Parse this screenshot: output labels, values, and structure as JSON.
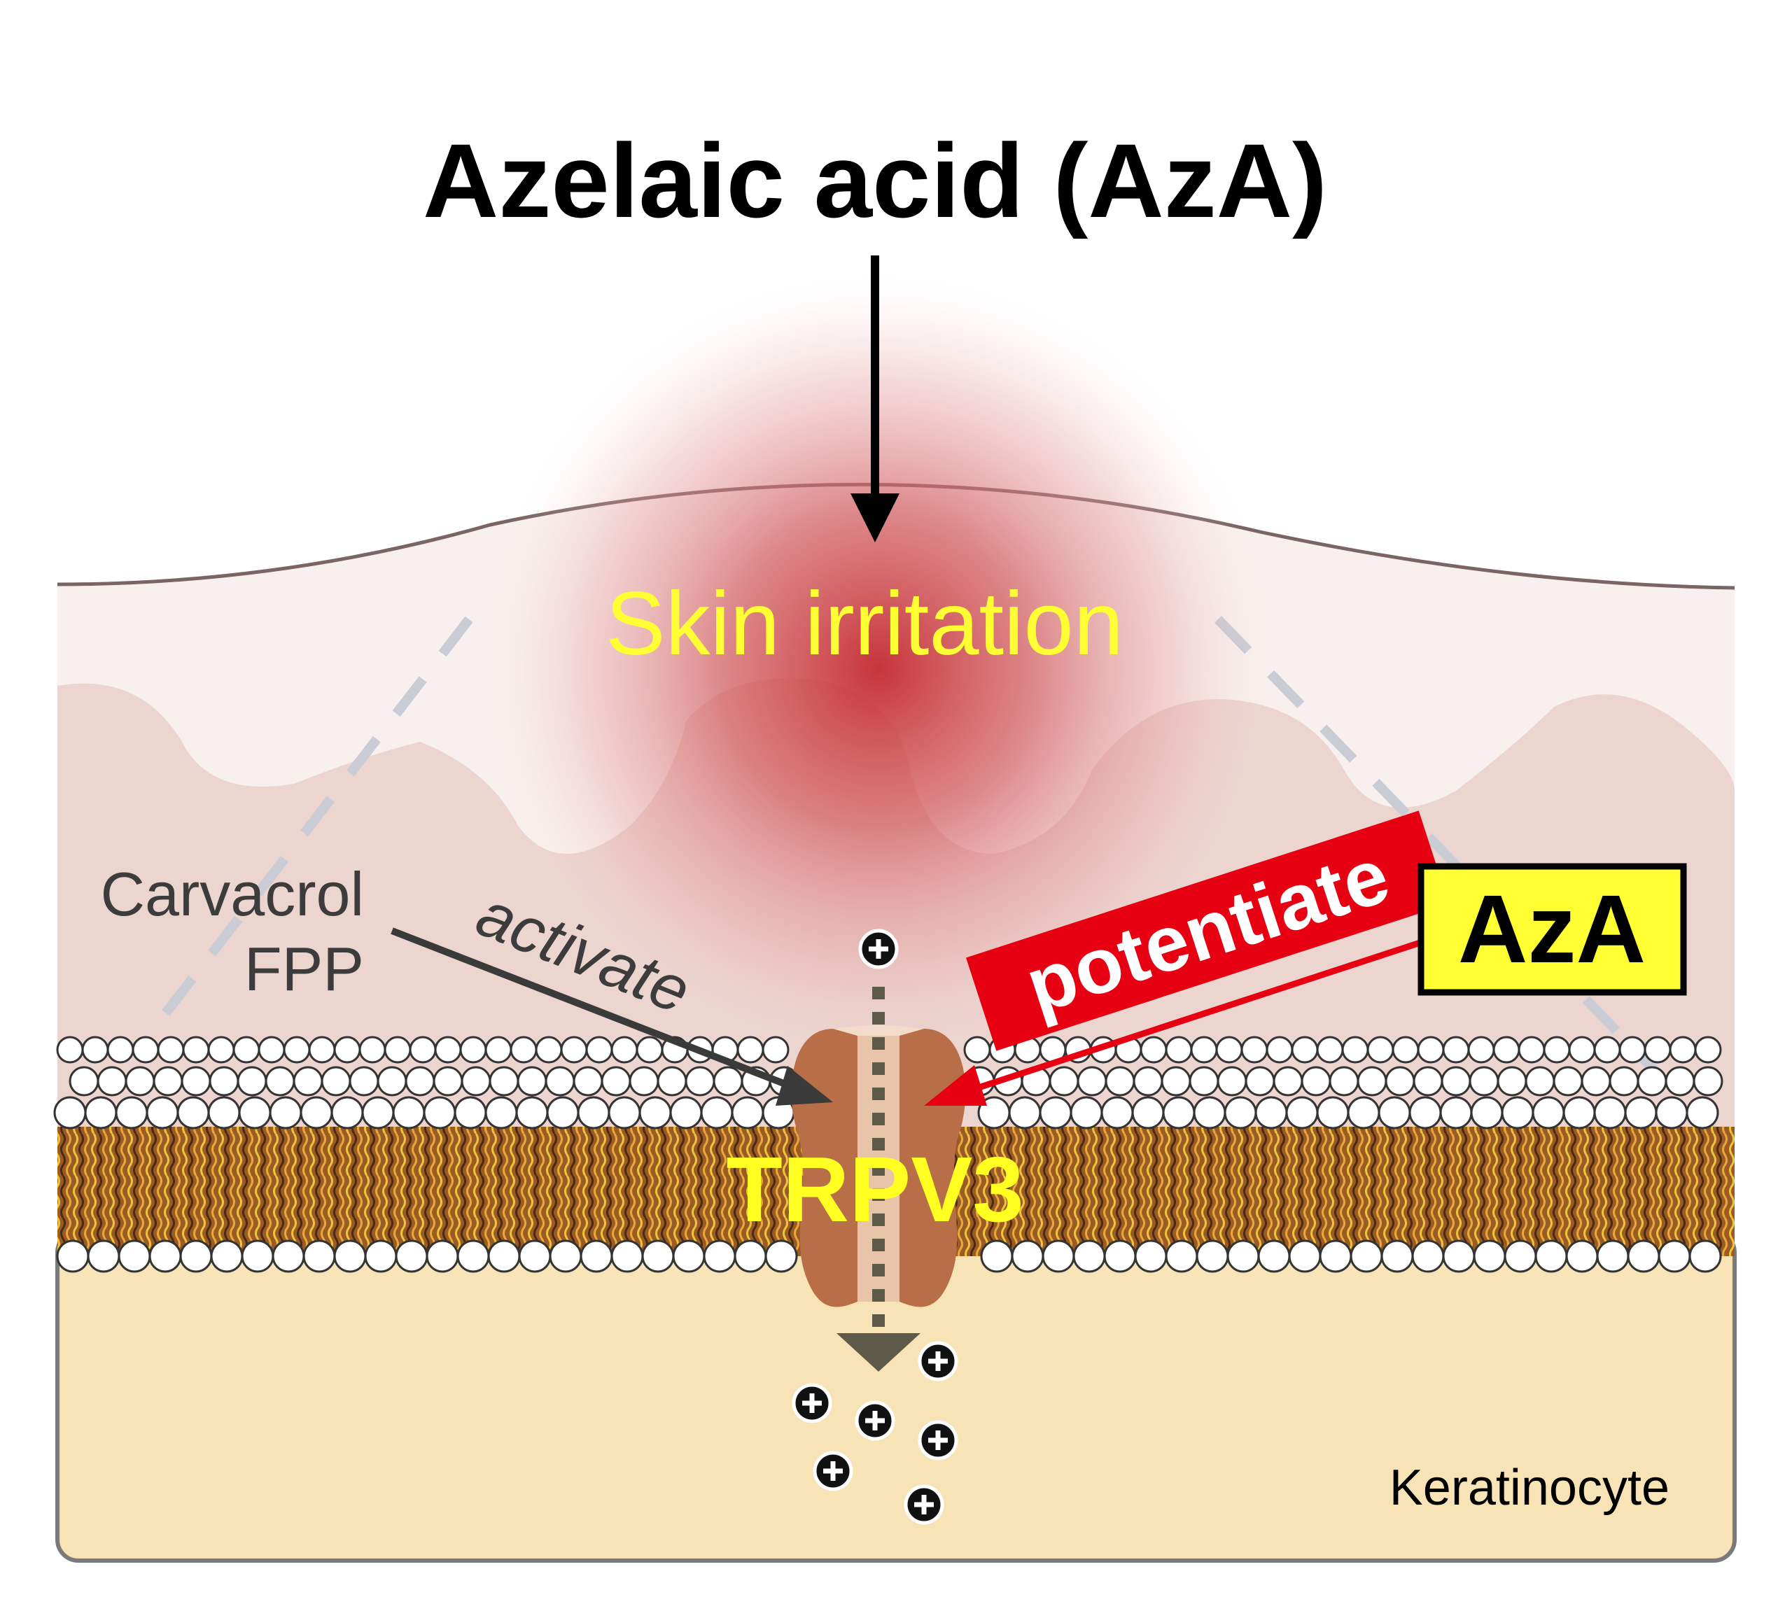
{
  "title": "Azelaic acid (AzA)",
  "labels": {
    "skin_irritation": "Skin irritation",
    "agonist_line1": "Carvacrol",
    "agonist_line2": "FPP",
    "activate": "activate",
    "potentiate": "potentiate",
    "aza_box": "AzA",
    "channel": "TRPV3",
    "cell": "Keratinocyte"
  },
  "icons": {
    "cation": "plus-circle-icon",
    "arrow": "arrow-icon"
  },
  "colors": {
    "title": "#000000",
    "irritation_text": "#ffff33",
    "channel_text": "#ffff22",
    "potentiate_bg": "#e60012",
    "potentiate_text": "#ffffff",
    "aza_box_bg": "#ffff33",
    "activate_arrow": "#3a3a3a",
    "potentiate_arrow": "#e60012",
    "keratinocyte_fill": "#f7e3b5",
    "skin_fill": "#ecd4cf",
    "channel_fill": "#b86f47"
  }
}
